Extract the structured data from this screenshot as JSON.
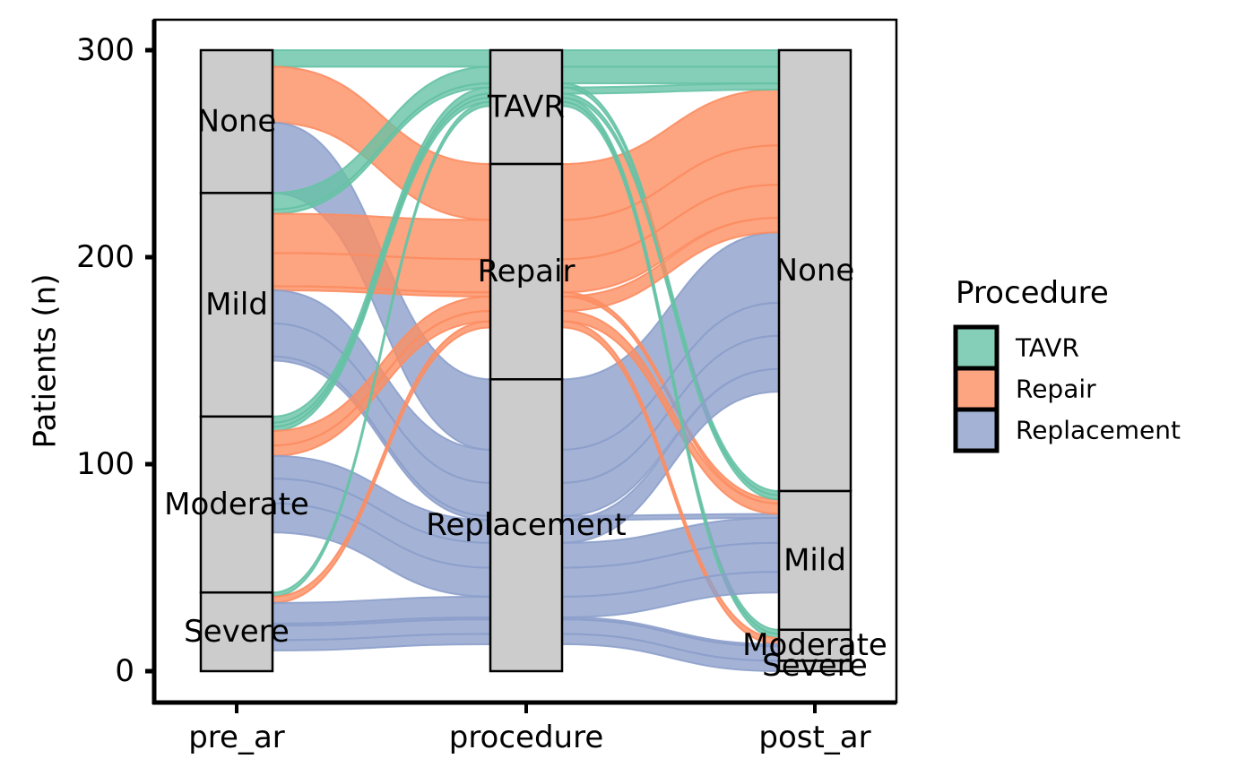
{
  "chart_data": {
    "type": "alluvial",
    "title": "",
    "xlabel": "",
    "ylabel": "Patients (n)",
    "ylim": [
      0,
      300
    ],
    "yticks": [
      0,
      100,
      200,
      300
    ],
    "axes": [
      "pre_ar",
      "procedure",
      "post_ar"
    ],
    "strata": {
      "pre_ar": [
        "None",
        "Mild",
        "Moderate",
        "Severe"
      ],
      "procedure": [
        "TAVR",
        "Repair",
        "Replacement"
      ],
      "post_ar": [
        "None",
        "Mild",
        "Moderate",
        "Severe"
      ]
    },
    "stratum_totals": {
      "pre_ar": {
        "None": 69,
        "Mild": 108,
        "Moderate": 85,
        "Severe": 38
      },
      "procedure": {
        "TAVR": 55,
        "Repair": 104,
        "Replacement": 141
      },
      "post_ar": {
        "None": 213,
        "Mild": 67,
        "Moderate": 15,
        "Severe": 5
      }
    },
    "fill_variable": "Procedure",
    "legend": {
      "title": "Procedure",
      "position": "right",
      "entries": [
        {
          "label": "TAVR",
          "color": "#66C2A5"
        },
        {
          "label": "Repair",
          "color": "#FC8D62"
        },
        {
          "label": "Replacement",
          "color": "#8DA0CB"
        }
      ]
    },
    "flows": [
      {
        "pre_ar": "None",
        "procedure": "TAVR",
        "post_ar": "None",
        "n": 8
      },
      {
        "pre_ar": "None",
        "procedure": "Repair",
        "post_ar": "None",
        "n": 27
      },
      {
        "pre_ar": "None",
        "procedure": "Replacement",
        "post_ar": "None",
        "n": 34
      },
      {
        "pre_ar": "Mild",
        "procedure": "TAVR",
        "post_ar": "None",
        "n": 8
      },
      {
        "pre_ar": "Mild",
        "procedure": "TAVR",
        "post_ar": "Mild",
        "n": 2
      },
      {
        "pre_ar": "Mild",
        "procedure": "Repair",
        "post_ar": "None",
        "n": 19
      },
      {
        "pre_ar": "Mild",
        "procedure": "Repair",
        "post_ar": "None",
        "n": 16
      },
      {
        "pre_ar": "Mild",
        "procedure": "Repair",
        "post_ar": "Mild",
        "n": 2
      },
      {
        "pre_ar": "Mild",
        "procedure": "Replacement",
        "post_ar": "None",
        "n": 16
      },
      {
        "pre_ar": "Mild",
        "procedure": "Replacement",
        "post_ar": "None",
        "n": 16
      },
      {
        "pre_ar": "Mild",
        "procedure": "Replacement",
        "post_ar": "Mild",
        "n": 2
      },
      {
        "pre_ar": "Moderate",
        "procedure": "TAVR",
        "post_ar": "None",
        "n": 3
      },
      {
        "pre_ar": "Moderate",
        "procedure": "TAVR",
        "post_ar": "Mild",
        "n": 2
      },
      {
        "pre_ar": "Moderate",
        "procedure": "TAVR",
        "post_ar": "Moderate",
        "n": 2
      },
      {
        "pre_ar": "Moderate",
        "procedure": "Repair",
        "post_ar": "None",
        "n": 7
      },
      {
        "pre_ar": "Moderate",
        "procedure": "Repair",
        "post_ar": "Mild",
        "n": 5
      },
      {
        "pre_ar": "Moderate",
        "procedure": "Replacement",
        "post_ar": "None",
        "n": 11
      },
      {
        "pre_ar": "Moderate",
        "procedure": "Replacement",
        "post_ar": "Mild",
        "n": 12
      },
      {
        "pre_ar": "Moderate",
        "procedure": "Replacement",
        "post_ar": "Mild",
        "n": 14
      },
      {
        "pre_ar": "Severe",
        "procedure": "TAVR",
        "post_ar": "Moderate",
        "n": 2
      },
      {
        "pre_ar": "Severe",
        "procedure": "Repair",
        "post_ar": "Moderate",
        "n": 3
      },
      {
        "pre_ar": "Severe",
        "procedure": "Replacement",
        "post_ar": "Moderate",
        "n": 1
      },
      {
        "pre_ar": "Severe",
        "procedure": "Replacement",
        "post_ar": "Mild",
        "n": 10
      },
      {
        "pre_ar": "Severe",
        "procedure": "Replacement",
        "post_ar": "Moderate",
        "n": 7
      },
      {
        "pre_ar": "Severe",
        "procedure": "Replacement",
        "post_ar": "Severe",
        "n": 5
      },
      {
        "pre_ar": "None",
        "procedure": "TAVR",
        "post_ar": "None",
        "n": 0
      }
    ]
  }
}
